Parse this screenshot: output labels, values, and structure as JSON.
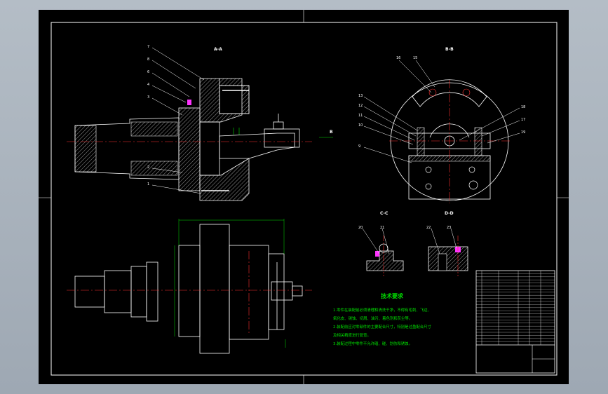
{
  "drawing": {
    "section_labels": {
      "a": "A-A",
      "b": "B-B",
      "c": "C-C",
      "d": "D-D",
      "view_arrow": "B"
    },
    "left_callouts": [
      "7",
      "8",
      "6",
      "4",
      "3",
      "2",
      "1"
    ],
    "right_callouts_top": [
      "16",
      "15"
    ],
    "right_callouts_left": [
      "13",
      "12",
      "11",
      "10",
      "9"
    ],
    "right_callouts_right": [
      "18",
      "17",
      "19"
    ],
    "detail_callouts": [
      "20",
      "21",
      "22",
      "23"
    ],
    "technical_requirements": {
      "title": "技术要求",
      "lines": [
        "1.零件在装配前必须清理和清洗干净，不得有毛刺、飞边、",
        "氧化皮、锈蚀、切屑、油污、着色剂和灰尘等。",
        "2.装配前应对零部件的主要配合尺寸，特别是过盈配合尺寸",
        "及相关精度进行复查。",
        "3.装配过程中零件不允许磕、碰、划伤和锈蚀。"
      ]
    }
  },
  "colors": {
    "background": "#000000",
    "outline": "#ffffff",
    "centerline": "#ff3030",
    "dimension": "#00e000",
    "hatch": "#ffffff",
    "highlight": "#ff33ff",
    "frame": "#a9b3bd"
  }
}
